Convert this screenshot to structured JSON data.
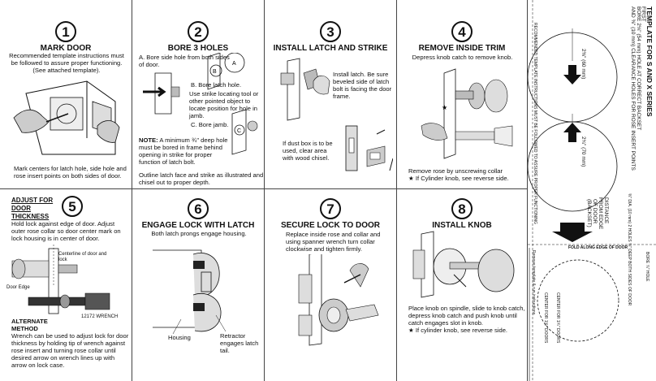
{
  "steps": [
    {
      "num": "1",
      "title": "MARK DOOR",
      "intro": "Recommended template instructions must be followed to assure proper functioning. (See attached template).",
      "note": "Mark centers for latch hole, side hole and rose insert points on both sides of door."
    },
    {
      "num": "2",
      "title": "BORE 3 HOLES",
      "a": "A. Bore side hole from both sides of door.",
      "b": "B. Bore latch hole.",
      "strike": "Use strike locating tool or other pointed object to locate position for hole in jamb.",
      "cc": "C. Bore jamb.",
      "note_label": "NOTE:",
      "note": "A minimum ¾\" deep hole must be bored in frame behind opening in strike for proper function of latch bolt.",
      "outline": "Outline latch face and strike as illustrated and chisel out to proper depth.",
      "label_a": "A",
      "label_b": "B",
      "label_c": "C"
    },
    {
      "num": "3",
      "title": "INSTALL LATCH AND STRIKE",
      "install": "Install latch. Be sure beveled side of latch bolt is facing the door frame.",
      "dust": "If dust box is to be used, clear area with wood chisel."
    },
    {
      "num": "4",
      "title": "REMOVE INSIDE TRIM",
      "intro": "Depress knob catch to remove knob.",
      "star": "★",
      "rose": "Remove rose by unscrewing collar",
      "cyl": "★ If Cylinder knob, see reverse side."
    },
    {
      "num": "5",
      "title": "ADJUST FOR DOOR THICKNESS",
      "intro": "Hold lock against edge of door. Adjust outer rose collar so door center mark on lock housing is in center of door.",
      "centerline": "Centerline of door and lock",
      "edge": "Door Edge",
      "wrench": "12172 WRENCH",
      "alt": "ALTERNATE METHOD",
      "alt_text": "Wrench can be used to adjust lock for door thickness by holding tip of wrench against rose insert and turning rose collar until desired arrow on wrench lines up with arrow on lock case."
    },
    {
      "num": "6",
      "title": "ENGAGE LOCK WITH LATCH",
      "intro": "Both latch prongs engage housing.",
      "housing": "Housing",
      "retractor": "Retractor engages latch tail."
    },
    {
      "num": "7",
      "title": "SECURE LOCK TO DOOR",
      "intro": "Replace inside rose and collar and using spanner wrench turn collar clockwise and tighten firmly."
    },
    {
      "num": "8",
      "title": "INSTALL KNOB",
      "intro": "Place knob on spindle, slide to knob catch, depress knob catch and push knob until catch engages slot in knob.",
      "cyl": "★ If cylinder knob, see reverse side."
    }
  ],
  "template": {
    "title": "TEMPLATE FOR S AND X SERIES",
    "first": "FIRST",
    "bore1": "BORE 2⅛\" (54 mm) HOLE AT CORRECT BACKSET",
    "bore2": "AND ⅜\" (10 mm) CLEARANCE HOLES FOR ROSE INSERT POINTS",
    "recommend": "RECOMMENDED TEMPLATE INSTRUCTIONS MUST BE FOLLOWED TO ASSURE PROPER FUNCTIONING",
    "m1": "2⅜\" (60 mm)",
    "m2": "2¾\" (70 mm)",
    "dist1": "DISTANCE",
    "dist2": "FROM EDGE",
    "dist3": "OF DOOR",
    "dist4": "(BACKSET)",
    "dia": "⅜\" DIA. (10 mm) 2 HOLES ⅝\" DEEP BOTH SIDES OF DOOR",
    "fold": "FOLD ALONG EDGE OF DOOR",
    "bore_label": "BORE ⅞\" HOLE",
    "center1": "CENTER FOR 1¾\" DOORS",
    "center2": "CENTER FOR 1⅜\" DOORS",
    "remove": "Remove template & run instructions."
  }
}
